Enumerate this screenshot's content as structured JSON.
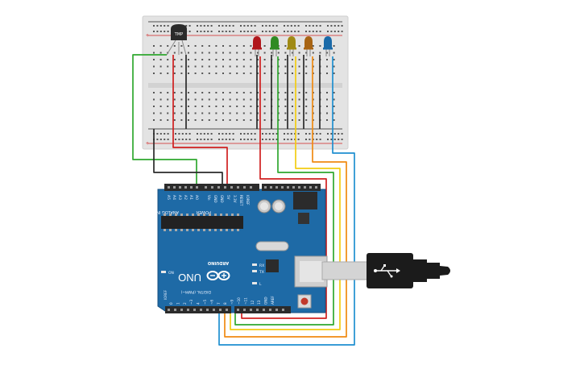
{
  "sensor": {
    "label": "TMP"
  },
  "arduino": {
    "brand": "ARDUINO",
    "model": "UNO",
    "on_label": "ON",
    "tx_label": "TX",
    "rx_label": "RX",
    "l_label": "L",
    "analog_header": "ANALOG IN",
    "analog_pins": [
      "A0",
      "A1",
      "A2",
      "A3",
      "A4",
      "A5"
    ],
    "power_header": "POWER",
    "power_pins": [
      "Vin",
      "GND",
      "GND",
      "5V",
      "3.3V",
      "RESET",
      "IOREF"
    ],
    "digital_header": "DIGITAL (PWM~)",
    "digital_pins": [
      "0",
      "1",
      "2",
      "~3",
      "4",
      "~5",
      "~6",
      "7",
      "8",
      "~9",
      "~10",
      "~11",
      "12",
      "13",
      "GND",
      "AREF"
    ],
    "ioref_note": "IOREF"
  },
  "leds": [
    {
      "color": "red",
      "hex": "#b0171c"
    },
    {
      "color": "green",
      "hex": "#2f8a22"
    },
    {
      "color": "yellow",
      "hex": "#a08a14"
    },
    {
      "color": "orange",
      "hex": "#a86413"
    },
    {
      "color": "blue",
      "hex": "#1a6aa8"
    }
  ],
  "wire_colors": {
    "black": "#2a2a2a",
    "red": "#d02020",
    "green": "#2fa82f",
    "yellow": "#f2cc12",
    "orange": "#f08a12",
    "blue": "#1f8fd0"
  },
  "board_color": "#1e6aa6"
}
